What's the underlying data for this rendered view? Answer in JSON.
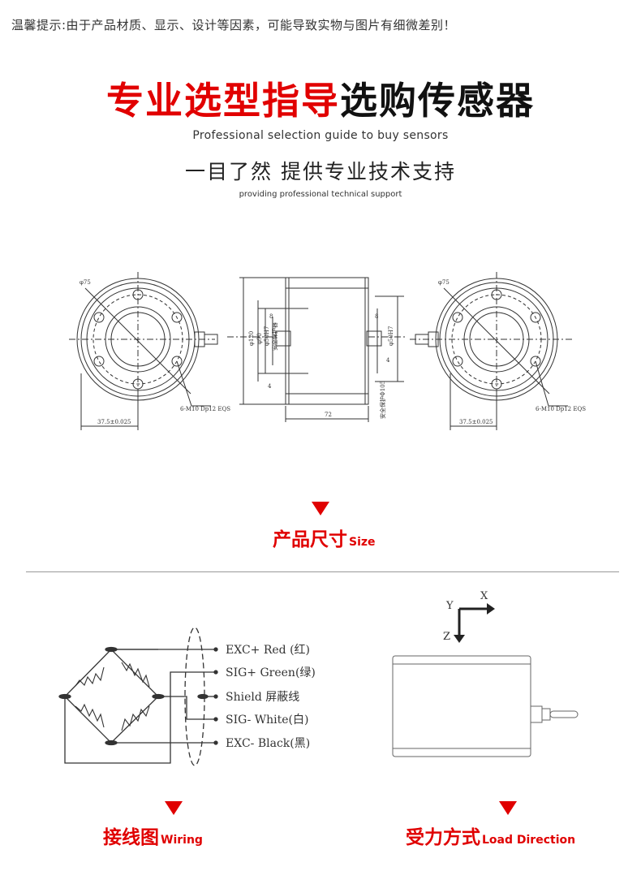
{
  "notice": "温馨提示:由于产品材质、显示、设计等因素，可能导致实物与图片有细微差别！",
  "headline": {
    "red": "专业选型指导",
    "black": "选购传感器"
  },
  "subtitle_en": "Professional selection guide to buy sensors",
  "slogan": "一目了然 提供专业技术支持",
  "slogan_en": "providing professional technical support",
  "dimension_drawing": {
    "labels": {
      "dia_left": "φ75",
      "dia_right": "φ75",
      "holes_left": "6-M10 Dp12 EQS",
      "holes_right": "6-M10 Dp12 EQS",
      "pos_left": "37.5±0.025",
      "pos_right": "37.5±0.025",
      "length": "72",
      "d120": "φ120",
      "d90": "φ90",
      "d50": "φ50H7",
      "d50b": "φ50H7",
      "cut": "安全保护器",
      "depth8a": "8",
      "depth8b": "8",
      "dim4a": "4",
      "dim4b": "4",
      "side": "安全保护Φ105"
    }
  },
  "size_section": {
    "cn": "产品尺寸",
    "en": "Size"
  },
  "wiring": {
    "items": [
      {
        "label": "EXC+ Red  (红)"
      },
      {
        "label": "SIG+ Green(绿)"
      },
      {
        "label": "Shield  屏蔽线"
      },
      {
        "label": "SIG- White(白)"
      },
      {
        "label": "EXC- Black(黑)"
      }
    ]
  },
  "axes": {
    "x": "X",
    "y": "Y",
    "z": "Z"
  },
  "wiring_section": {
    "cn": "接线图",
    "en": "Wiring"
  },
  "load_section": {
    "cn": "受力方式",
    "en": "Load Direction"
  },
  "colors": {
    "accent_red": "#e00000",
    "line": "#333333"
  }
}
